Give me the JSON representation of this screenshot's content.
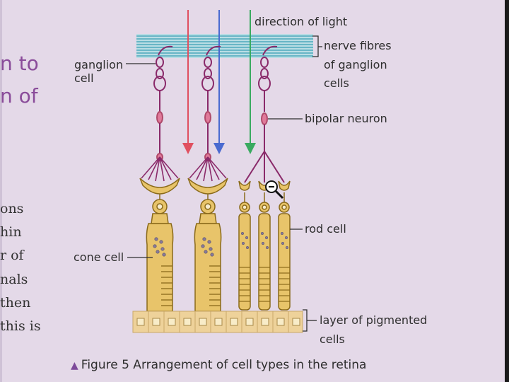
{
  "left_text": {
    "heading_lines": [
      "n to",
      "n of"
    ],
    "body_lines": [
      "ons",
      "hin",
      "r of",
      "nals",
      "then",
      "this is"
    ]
  },
  "diagram": {
    "labels": {
      "direction_of_light": "direction of light",
      "nerve_fibres": [
        "nerve fibres",
        "of ganglion",
        "cells"
      ],
      "ganglion_cell": [
        "ganglion",
        "cell"
      ],
      "bipolar_neuron": "bipolar neuron",
      "rod_cell": "rod cell",
      "cone_cell": "cone cell",
      "pigmented_layer": [
        "layer of pigmented",
        "cells"
      ]
    },
    "caption": "Figure 5 Arrangement of cell types in the retina",
    "caption_marker": "▲",
    "colors": {
      "background": "#e4d9e8",
      "cell_fill": "#e8c46a",
      "cell_stroke": "#8a6a1a",
      "nerve_fibres": "#3aa0b4",
      "ganglion_link": "#8a2a6a",
      "bipolar": "#e07a9a",
      "arrow_red": "#e05060",
      "arrow_blue": "#4a6ad0",
      "arrow_green": "#3aaa60",
      "pigment_layer": "#eed29a"
    }
  },
  "cursor": {
    "icon": "magnifier-zoom-out-cursor"
  }
}
